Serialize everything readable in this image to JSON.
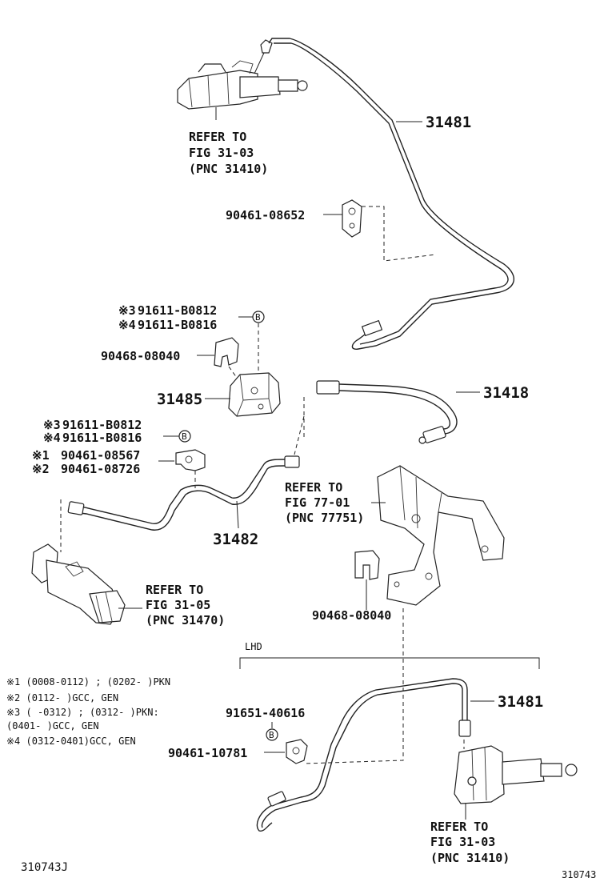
{
  "labels": {
    "p31481_top": "31481",
    "p90461_08652": "90461-08652",
    "p31485": "31485",
    "p90468_08040_top": "90468-08040",
    "p31418": "31418",
    "p31482": "31482",
    "p90468_08040_bot": "90468-08040",
    "p31481_bot": "31481",
    "p91651_40616": "91651-40616",
    "p90461_10781": "90461-10781",
    "lhd": "LHD",
    "grp1": {
      "mark3": "※3",
      "pn3": "91611-B0812",
      "mark4": "※4",
      "pn4": "91611-B0816",
      "circle": "B"
    },
    "grp2": {
      "mark3": "※3",
      "pn3": "91611-B0812",
      "mark4": "※4",
      "pn4": "91611-B0816",
      "circle": "B"
    },
    "grp3": {
      "mark1": "※1",
      "pn1": "90461-08567",
      "mark2": "※2",
      "pn2": "90461-08726"
    },
    "circle_b_lower": "B"
  },
  "refs": {
    "top": {
      "l1": "REFER TO",
      "l2": "FIG 31-03",
      "l3": "(PNC 31410)"
    },
    "fig7701": {
      "l1": "REFER TO",
      "l2": "FIG 77-01",
      "l3": "(PNC 77751)"
    },
    "fig3105": {
      "l1": "REFER TO",
      "l2": "FIG 31-05",
      "l3": "(PNC 31470)"
    },
    "bottom": {
      "l1": "REFER TO",
      "l2": "FIG 31-03",
      "l3": "(PNC 31410)"
    }
  },
  "notes": [
    "※1 (0008-0112) ; (0202-       )PKN",
    "※2 (0112-       )GCC, GEN",
    "※3 (       -0312) ; (0312-       )PKN:",
    "    (0401-       )GCC, GEN",
    "※4 (0312-0401)GCC, GEN"
  ],
  "footer": {
    "left": "310743J",
    "right": "310743"
  }
}
